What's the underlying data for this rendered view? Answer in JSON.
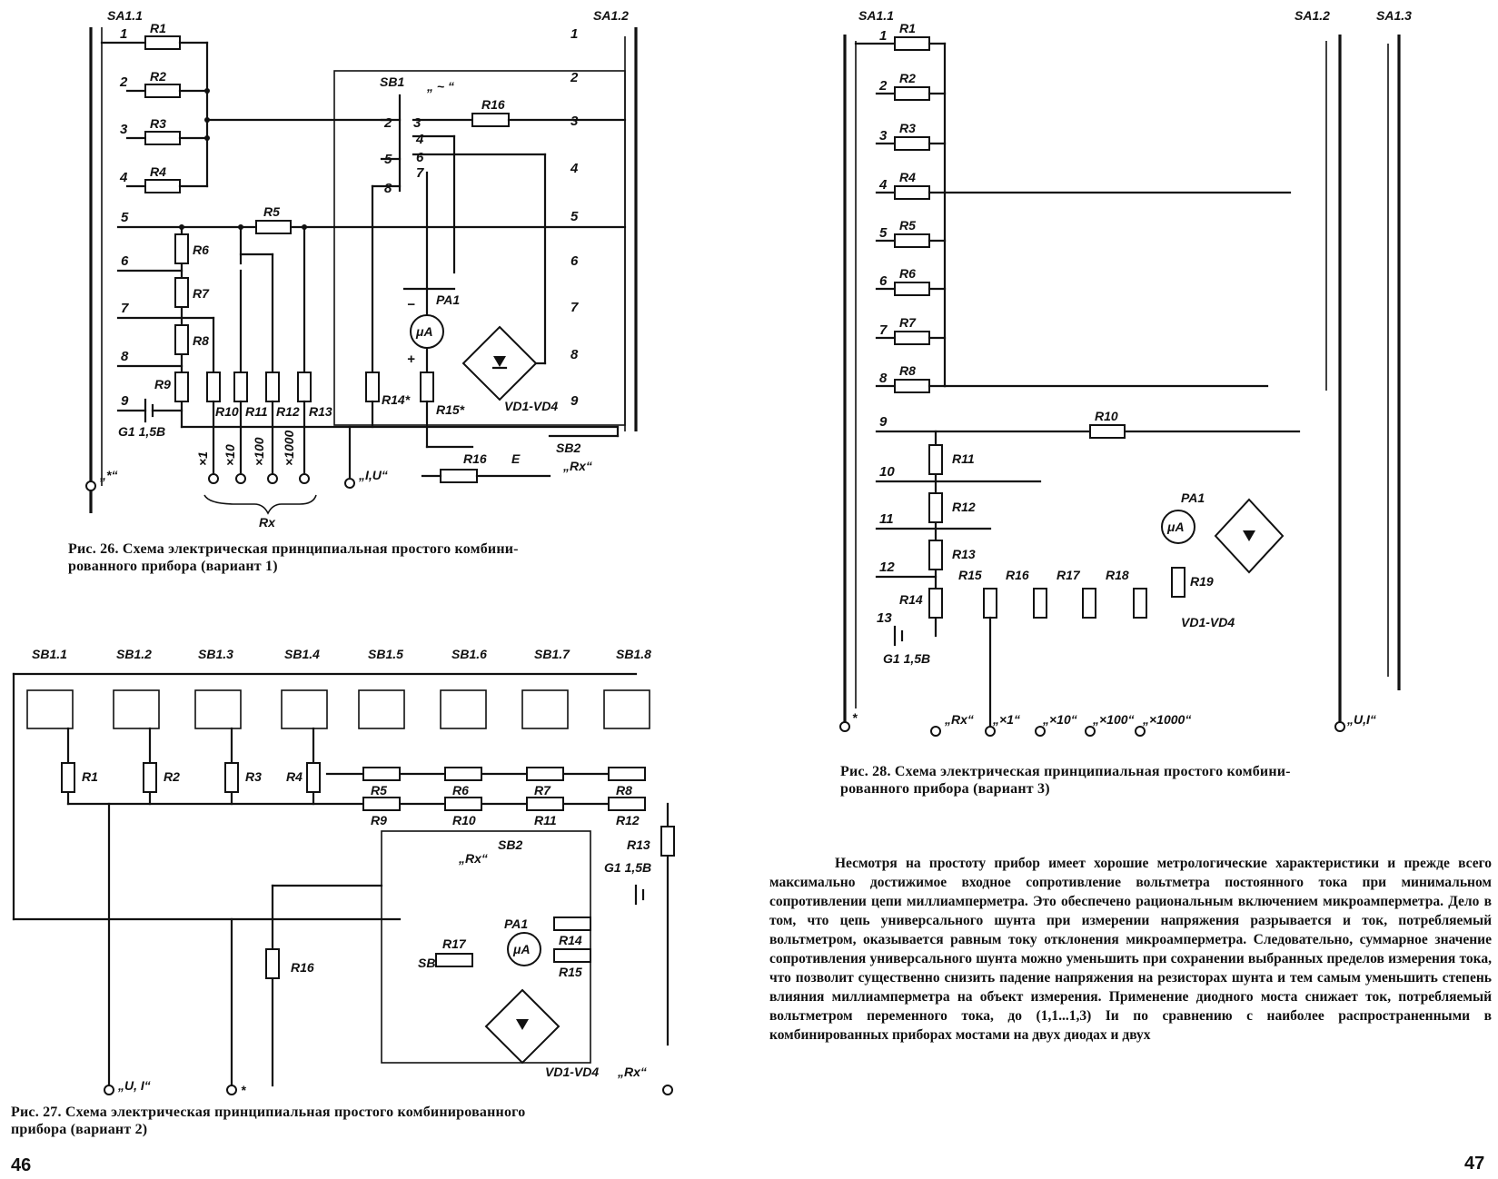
{
  "fig26": {
    "caption_line1": "Рис. 26. Схема электрическая принципиальная простого комбини-",
    "caption_line2": "рованного прибора (вариант 1)",
    "switch_left": "SA1.1",
    "switch_right": "SA1.2",
    "button": "SB1",
    "button_sb2": "SB2",
    "resistors": [
      "R1",
      "R2",
      "R3",
      "R4",
      "R5",
      "R6",
      "R7",
      "R8",
      "R9",
      "R10",
      "R11",
      "R12",
      "R13",
      "R14*",
      "R15*",
      "R16"
    ],
    "meter": "PA1",
    "meter_symbol": "μA",
    "bridge": "VD1-VD4",
    "battery": "G1 1,5В",
    "positions": [
      "1",
      "2",
      "3",
      "4",
      "5",
      "6",
      "7",
      "8",
      "9"
    ],
    "terminal_star": "„*“",
    "terminal_ui": "„I,U“",
    "terminal_rx": "„Rx“",
    "ranges": [
      "×1",
      "×10",
      "×100",
      "×1000"
    ],
    "rx_label": "Rx",
    "sb1_mode": "„ ~ “",
    "e_label": "E"
  },
  "fig27": {
    "caption_line1": "Рис. 27. Схема электрическая принципиальная простого комбинированного",
    "caption_line2": "прибора (вариант 2)",
    "switches": [
      "SB1.1",
      "SB1.2",
      "SB1.3",
      "SB1.4",
      "SB1.5",
      "SB1.6",
      "SB1.7",
      "SB1.8"
    ],
    "resistors_top": [
      "R1",
      "R2",
      "R3",
      "R4"
    ],
    "resistors_pair_top": [
      "R5",
      "R6",
      "R7",
      "R8"
    ],
    "resistors_pair_bottom": [
      "R9",
      "R10",
      "R11",
      "R12"
    ],
    "other": [
      "R13",
      "R14",
      "R15",
      "R16",
      "R17"
    ],
    "sb2": "SB2",
    "sb3": "SB3",
    "meter": "PA1",
    "meter_symbol": "μA",
    "bridge": "VD1-VD4",
    "battery": "G1 1,5В",
    "terminal_ui": "„U, I“",
    "terminal_star": "*",
    "terminal_rx": "„Rx“",
    "rx_mark": "„Rx“"
  },
  "fig28": {
    "caption_line1": "Рис. 28. Схема электрическая принципиальная простого комбини-",
    "caption_line2": "рованного прибора (вариант 3)",
    "switches": [
      "SA1.1",
      "SA1.2",
      "SA1.3"
    ],
    "resistors_left": [
      "R1",
      "R2",
      "R3",
      "R4",
      "R5",
      "R6",
      "R7",
      "R8"
    ],
    "resistors_other": [
      "R10",
      "R11",
      "R12",
      "R13",
      "R14",
      "R15",
      "R16",
      "R17",
      "R18",
      "R19"
    ],
    "meter": "PA1",
    "meter_symbol": "μA",
    "bridge": "VD1-VD4",
    "battery": "G1 1,5В",
    "positions": [
      "1",
      "2",
      "3",
      "4",
      "5",
      "6",
      "7",
      "8",
      "9",
      "10",
      "11",
      "12",
      "13"
    ],
    "terminals": [
      "*",
      "„Rx“",
      "„×1“",
      "„×10“",
      "„×100“",
      "„×1000“",
      "„U,I“"
    ]
  },
  "text": {
    "paragraph": "Несмотря на простоту прибор имеет хорошие метрологические характеристики и прежде всего максимально достижимое входное сопротивление вольтметра постоянного тока при минимальном сопротивлении цепи миллиамперметра. Это обеспечено рациональным включением микроамперметра. Дело в том, что цепь универсального шунта при измерении напряжения разрывается и ток, потребляемый вольтметром, оказывается равным току отклонения микроамперметра. Следовательно, суммарное значение сопротивления универсального шунта можно уменьшить при сохранении выбранных пределов измерения тока, что позволит существенно снизить падение напряжения на резисторах шунта и тем самым уменьшить степень влияния миллиамперметра на объект измерения. Применение диодного моста снижает ток, потребляемый вольтметром переменного тока, до (1,1...1,3) Iи по сравнению с наиболее распространенными в комбинированных приборах мостами на двух диодах и двух",
    "page_left": "46",
    "page_right": "47"
  }
}
